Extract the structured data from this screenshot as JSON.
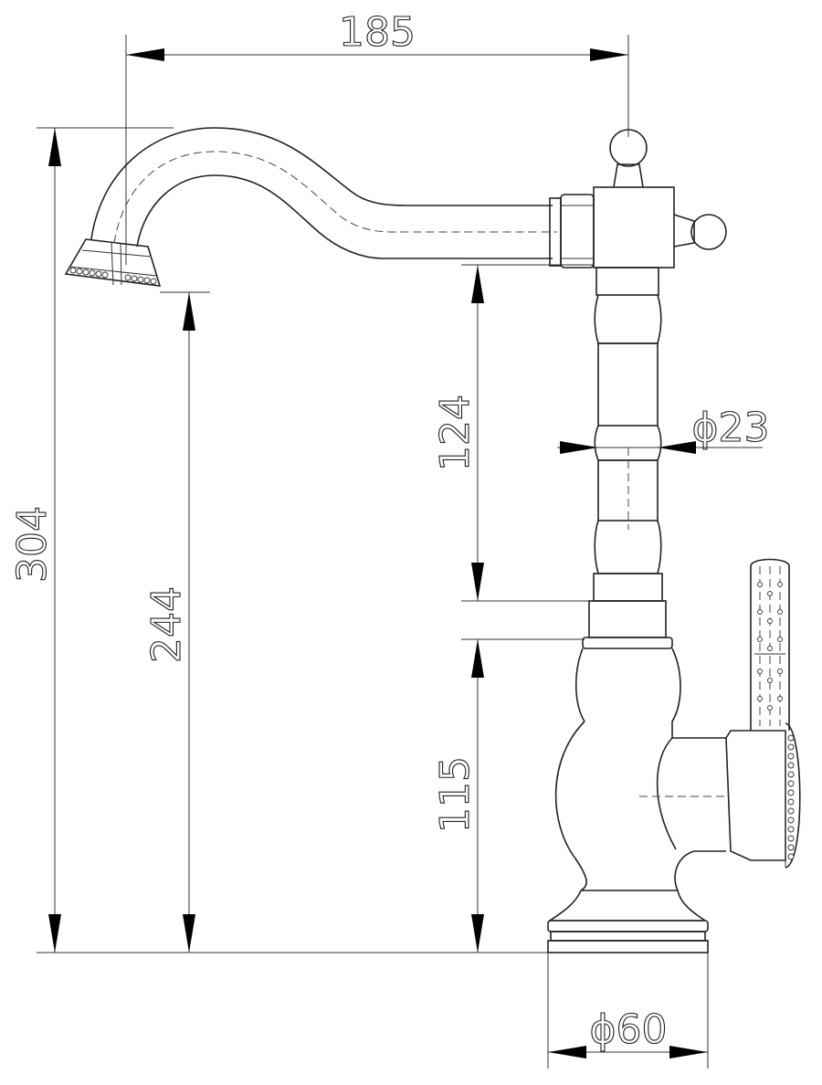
{
  "dimensions": {
    "total_reach": "185",
    "total_height": "304",
    "spout_height": "244",
    "column_height": "124",
    "base_height": "115",
    "column_diameter": "ϕ23",
    "base_diameter": "ϕ60"
  },
  "colors": {
    "line": "#222222",
    "arrow": "#000000",
    "background": "#ffffff"
  }
}
